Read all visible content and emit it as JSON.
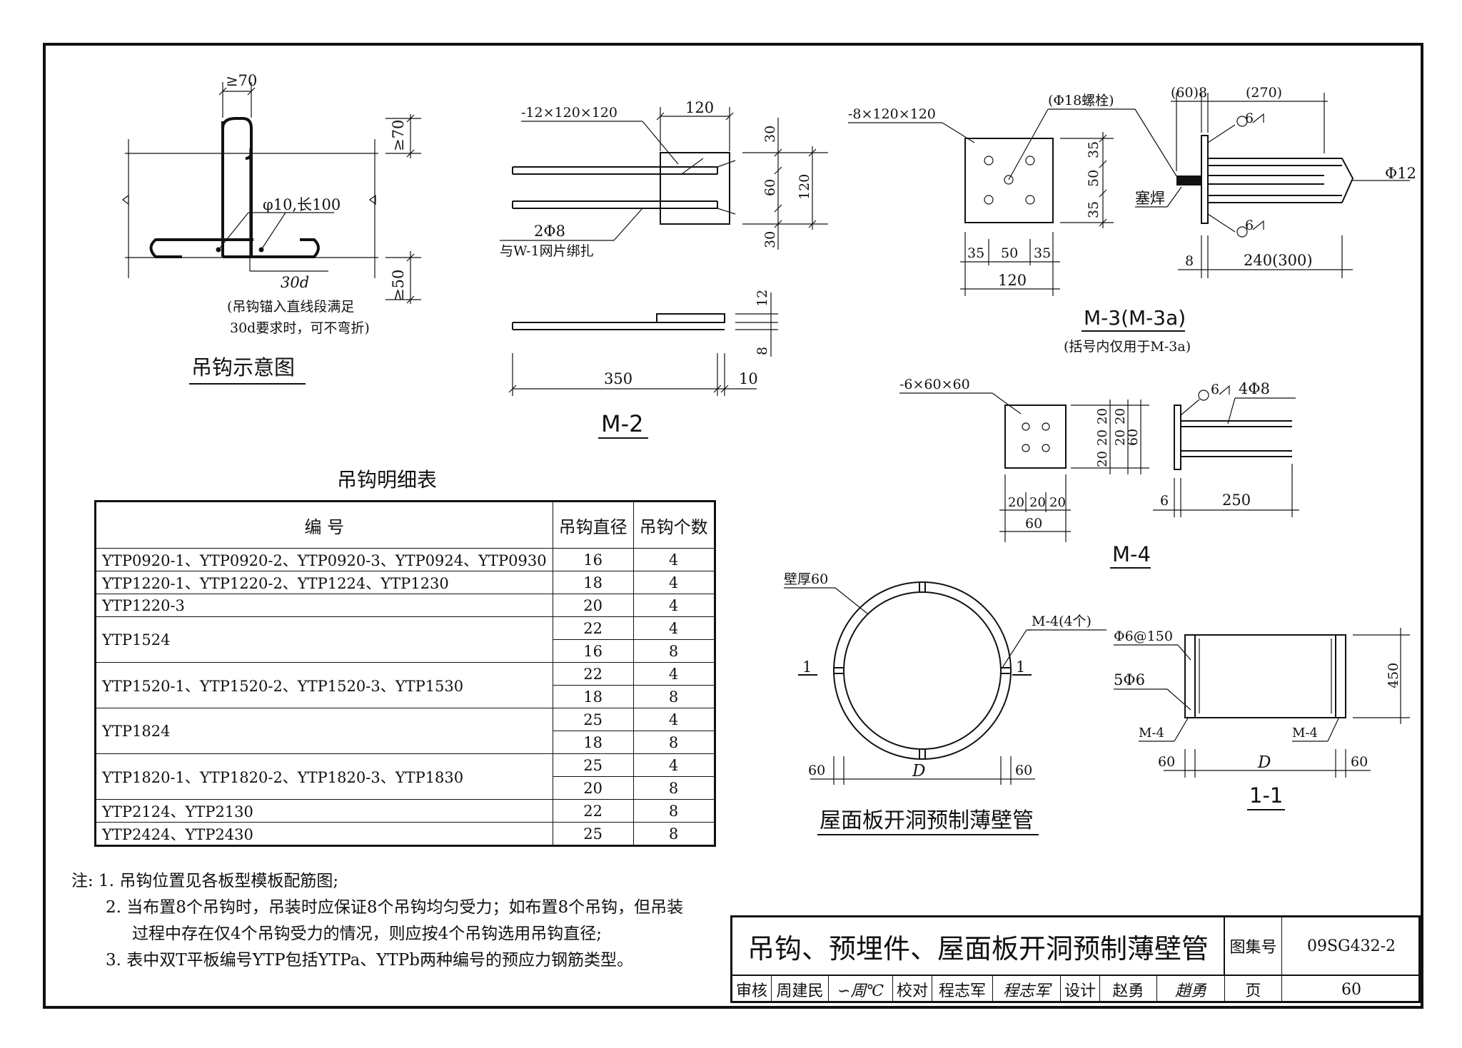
{
  "hook_diagram": {
    "title": "吊钩示意图",
    "dim_width": "≥70",
    "dim_top": "≥70",
    "dim_bottom": "≥50",
    "bar_label": "φ10,长100",
    "anchor_len": "30d",
    "note_line1": "(吊钩锚入直线段满足",
    "note_line2": "30d要求时，可不弯折)"
  },
  "m2": {
    "title": "M-2",
    "plate": "-12×120×120",
    "dim_120_top": "120",
    "dim_30a": "30",
    "dim_60": "60",
    "dim_120_side": "120",
    "dim_30b": "30",
    "bars": "2Φ8",
    "bars_note": "与W-1网片绑扎",
    "dim_12": "12",
    "dim_8": "8",
    "dim_350": "350",
    "dim_10": "10"
  },
  "m3": {
    "title": "M-3(M-3a)",
    "subtitle": "(括号内仅用于M-3a)",
    "plate": "-8×120×120",
    "bolt": "(Φ18螺栓)",
    "dim_35a": "35",
    "dim_50v": "50",
    "dim_35b": "35",
    "dim_35c": "35",
    "dim_50h": "50",
    "dim_35d": "35",
    "dim_120": "120",
    "dim_60_8": "(60)8",
    "dim_270": "(270)",
    "weld_a": "6",
    "weld_b": "6",
    "bar": "Φ12",
    "plug_weld": "塞焊",
    "dim_8": "8",
    "dim_240": "240(300)"
  },
  "m4": {
    "title": "M-4",
    "plate": "-6×60×60",
    "dim_20a": "20",
    "dim_20b": "20",
    "dim_20c": "20",
    "dim_60v": "60",
    "dim_20d": "20",
    "dim_20e": "20",
    "dim_20f": "20",
    "dim_60h": "60",
    "weld": "6",
    "bars": "4Φ8",
    "dim_6": "6",
    "dim_250": "250"
  },
  "pipe": {
    "title": "屋面板开洞预制薄壁管",
    "wall": "壁厚60",
    "m4_label": "M-4(4个)",
    "cut_left": "1",
    "cut_right": "1",
    "dim_60_left": "60",
    "dim_D": "D",
    "dim_60_right": "60"
  },
  "section": {
    "title": "1-1",
    "stirrup": "Φ6@150",
    "bars": "5Φ6",
    "m4_left": "M-4",
    "m4_right": "M-4",
    "dim_450": "450",
    "dim_60_left": "60",
    "dim_D": "D",
    "dim_60_right": "60"
  },
  "table": {
    "title": "吊钩明细表",
    "headers": [
      "编 号",
      "吊钩直径",
      "吊钩个数"
    ],
    "rows": [
      {
        "code": "YTP0920-1、YTP0920-2、YTP0920-3、YTP0924、YTP0930",
        "items": [
          [
            "16",
            "4"
          ]
        ]
      },
      {
        "code": "YTP1220-1、YTP1220-2、YTP1224、YTP1230",
        "items": [
          [
            "18",
            "4"
          ]
        ]
      },
      {
        "code": "YTP1220-3",
        "items": [
          [
            "20",
            "4"
          ]
        ]
      },
      {
        "code": "YTP1524",
        "items": [
          [
            "22",
            "4"
          ],
          [
            "16",
            "8"
          ]
        ]
      },
      {
        "code": "YTP1520-1、YTP1520-2、YTP1520-3、YTP1530",
        "items": [
          [
            "22",
            "4"
          ],
          [
            "18",
            "8"
          ]
        ]
      },
      {
        "code": "YTP1824",
        "items": [
          [
            "25",
            "4"
          ],
          [
            "18",
            "8"
          ]
        ]
      },
      {
        "code": "YTP1820-1、YTP1820-2、YTP1820-3、YTP1830",
        "items": [
          [
            "25",
            "4"
          ],
          [
            "20",
            "8"
          ]
        ]
      },
      {
        "code": "YTP2124、YTP2130",
        "items": [
          [
            "22",
            "8"
          ]
        ]
      },
      {
        "code": "YTP2424、YTP2430",
        "items": [
          [
            "25",
            "8"
          ]
        ]
      }
    ]
  },
  "notes": [
    "注: 1. 吊钩位置见各板型模板配筋图;",
    "2. 当布置8个吊钩时，吊装时应保证8个吊钩均匀受力；如布置8个吊钩，但吊装",
    "过程中存在仅4个吊钩受力的情况，则应按4个吊钩选用吊钩直径;",
    "3. 表中双T平板编号YTP包括YTPa、YTPb两种编号的预应力钢筋类型。"
  ],
  "title_block": {
    "main": "吊钩、预埋件、屋面板开洞预制薄壁管",
    "atlas_label": "图集号",
    "atlas_no": "09SG432-2",
    "review_label": "审核",
    "reviewer": "周建民",
    "check_label": "校对",
    "checker": "程志军",
    "design_label": "设计",
    "designer": "赵勇",
    "page_label": "页",
    "page_no": "60"
  }
}
